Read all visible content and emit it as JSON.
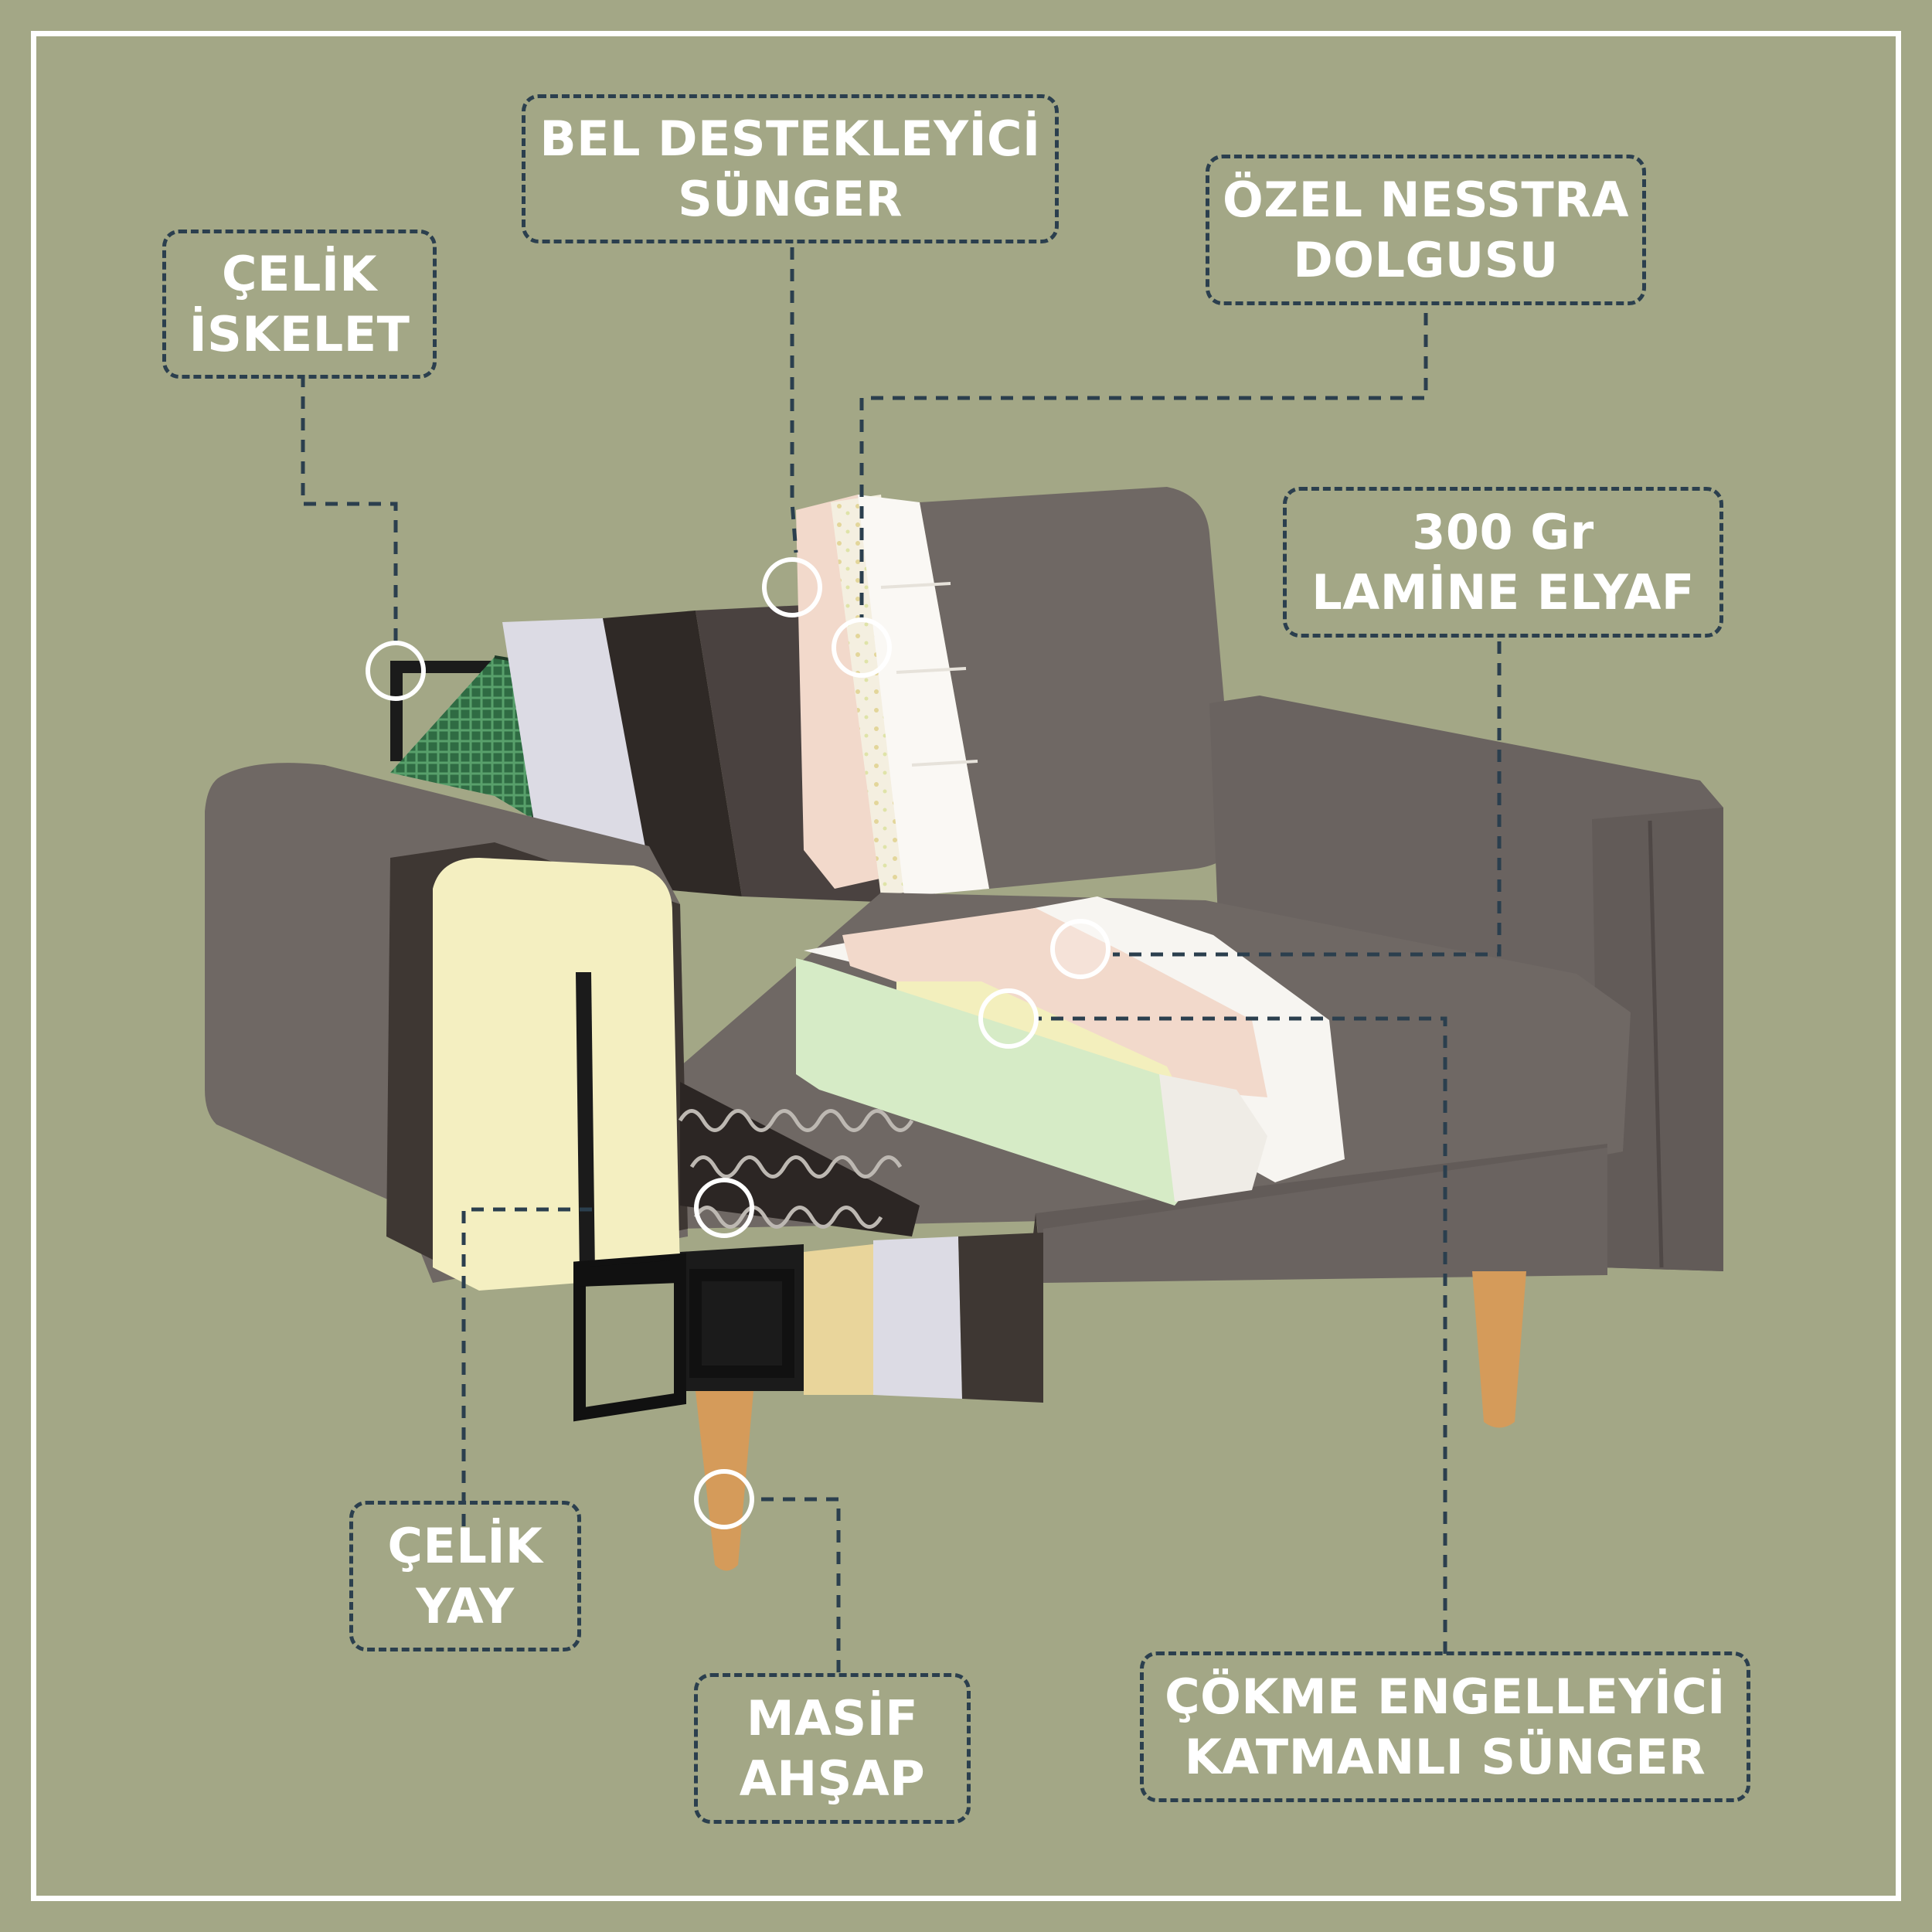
{
  "labels": {
    "celik_iskelet": [
      "ÇELİK",
      "İSKELET"
    ],
    "bel_destekleyici": [
      "BEL DESTEKLEYİCİ",
      "SÜNGER"
    ],
    "ozel_nesstra": [
      "ÖZEL NESSTRA",
      "DOLGUSU"
    ],
    "lamine_elyaf": [
      "300 Gr",
      "LAMİNE ELYAF"
    ],
    "celik_yay": [
      "ÇELİK",
      "YAY"
    ],
    "masif_ahsap": [
      "MASİF",
      "AHŞAP"
    ],
    "cokme_engelleyici": [
      "ÇÖKME ENGELLEYİCİ",
      "KATMANLI SÜNGER"
    ]
  },
  "colors": {
    "background": "#a3a786",
    "frame": "#ffffff",
    "callout_border": "#2b3f4e",
    "label_text": "#ffffff",
    "fabric": "#6f6864",
    "fabric_dark": "#3e3733",
    "foam_yellow": "#f4efc1",
    "foam_green": "#d6ebc6",
    "foam_pink": "#f2d9cb",
    "wood": "#d59b5a",
    "steel": "#1b1b1b"
  }
}
